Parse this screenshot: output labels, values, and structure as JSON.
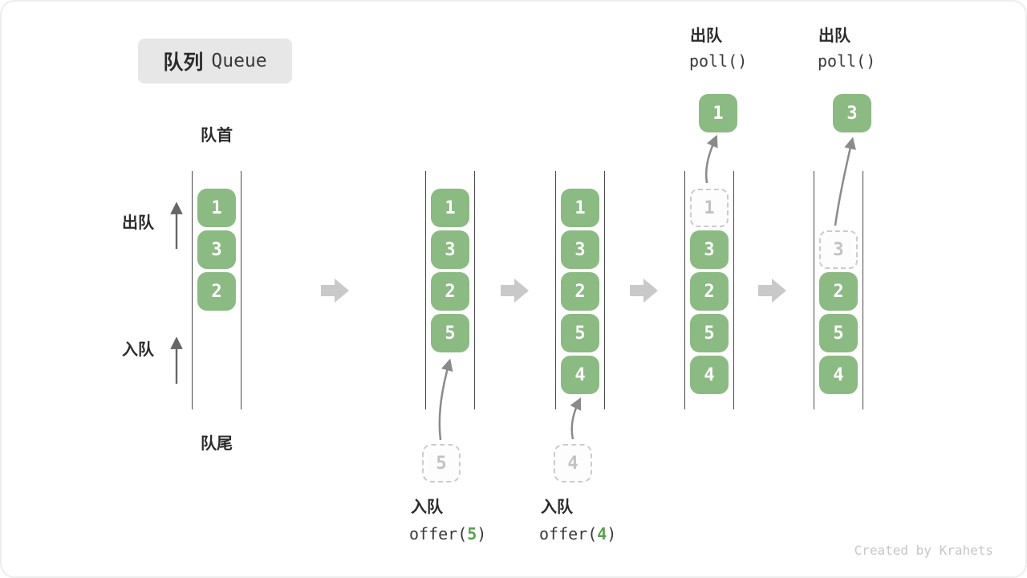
{
  "colors": {
    "green": "#8BBA83",
    "green_text": "#5AA050",
    "dash_border": "#CBCBCB",
    "dash_text": "#C2C2C2",
    "block_arrow": "#C9C9C9",
    "thin_arrow": "#8A8A8A",
    "wall": "#4A4A4A",
    "ink": "#2B2B2B",
    "code_ink": "#3A3A3A",
    "title_bg": "#E7E7E7",
    "footer_text": "#C6C6C6"
  },
  "title": {
    "zh": "队列",
    "en": "Queue"
  },
  "labels": {
    "front": "队首",
    "rear": "队尾",
    "dequeue_side": "出队",
    "enqueue_side": "入队"
  },
  "queues": [
    {
      "slots": [
        {
          "value": "1"
        },
        {
          "value": "3"
        },
        {
          "value": "2"
        }
      ]
    },
    {
      "slots": [
        {
          "value": "1"
        },
        {
          "value": "3"
        },
        {
          "value": "2"
        },
        {
          "value": "5"
        }
      ],
      "incoming": "5"
    },
    {
      "slots": [
        {
          "value": "1"
        },
        {
          "value": "3"
        },
        {
          "value": "2"
        },
        {
          "value": "5"
        },
        {
          "value": "4"
        }
      ],
      "incoming": "4"
    },
    {
      "slots": [
        {
          "value": "1"
        },
        {
          "value": "3"
        },
        {
          "value": "2"
        },
        {
          "value": "5"
        },
        {
          "value": "4"
        }
      ],
      "outgoing": "1"
    },
    {
      "slots": [
        null,
        {
          "value": "3"
        },
        {
          "value": "2"
        },
        {
          "value": "5"
        },
        {
          "value": "4"
        }
      ],
      "outgoing": "3"
    }
  ],
  "operations": {
    "enqueue5": {
      "label": "入队",
      "code_prefix": "offer(",
      "arg": "5",
      "code_suffix": ")"
    },
    "enqueue4": {
      "label": "入队",
      "code_prefix": "offer(",
      "arg": "4",
      "code_suffix": ")"
    },
    "dequeue1": {
      "label": "出队",
      "code": "poll()"
    },
    "dequeue3": {
      "label": "出队",
      "code": "poll()"
    }
  },
  "footer": "Created by Krahets"
}
